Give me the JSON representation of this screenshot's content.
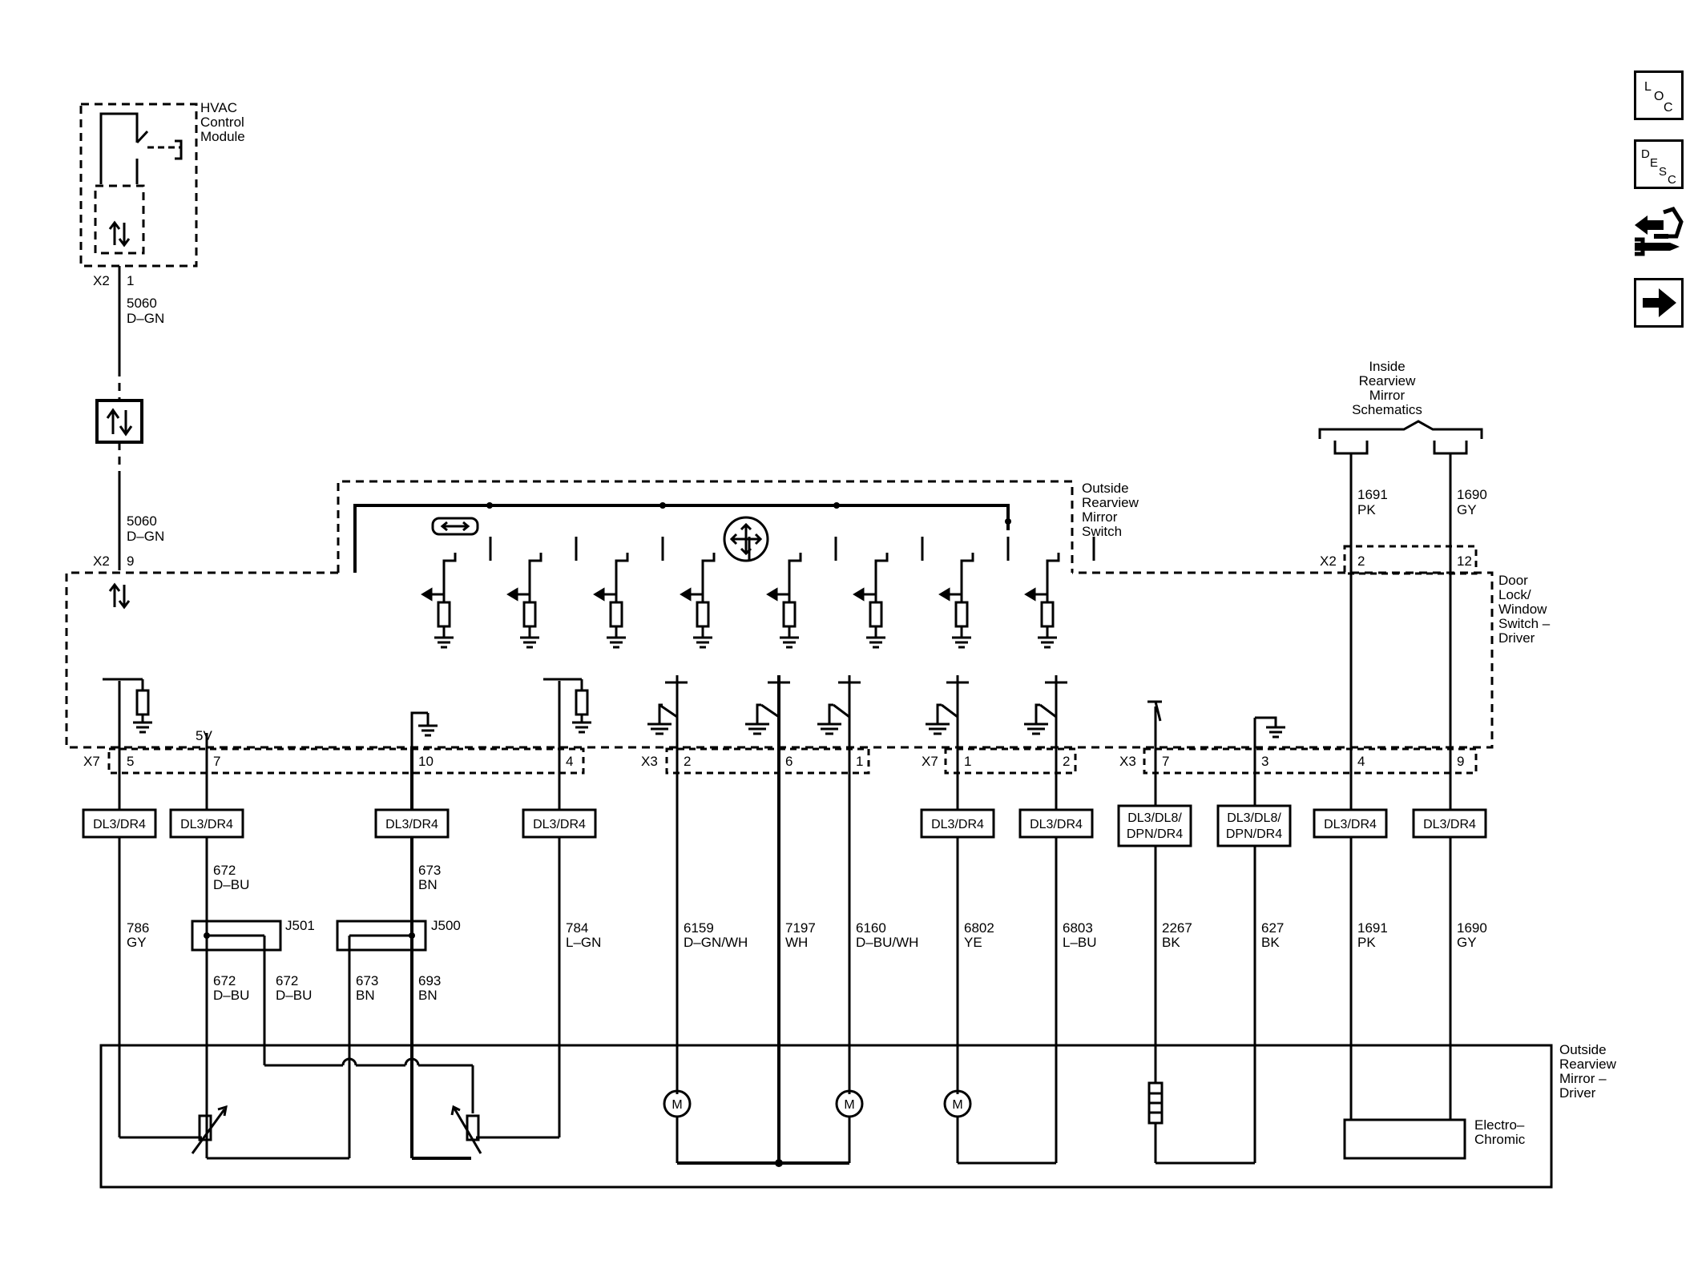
{
  "side_buttons": [
    {
      "name": "loc-button",
      "icon": "loc-icon",
      "label": [
        "L",
        "O",
        "C"
      ]
    },
    {
      "name": "desc-button",
      "icon": "desc-icon",
      "label": [
        "D",
        "E",
        "S",
        "C"
      ]
    },
    {
      "name": "connector-end-view-button",
      "icon": "connector-icon"
    },
    {
      "name": "next-page-button",
      "icon": "arrow-right-icon"
    }
  ],
  "modules": {
    "hvac": [
      "HVAC",
      "Control",
      "Module"
    ],
    "mirror_switch": [
      "Outside",
      "Rearview",
      "Mirror",
      "Switch"
    ],
    "door_switch": [
      "Door",
      "Lock/",
      "Window",
      "Switch –",
      "Driver"
    ],
    "inside_mirror": [
      "Inside",
      "Rearview",
      "Mirror",
      "Schematics"
    ],
    "outside_mirror": [
      "Outside",
      "Rearview",
      "Mirror –",
      "Driver"
    ],
    "electrochromic": [
      "Electro–",
      "Chromic"
    ]
  },
  "connectors": {
    "hvac_x2": "X2",
    "hvac_pin": "1",
    "door_x2_left": "X2",
    "door_pin_9": "9",
    "door_x2_right": "X2",
    "door_pin_2": "2",
    "door_pin_12": "12",
    "x7a": "X7",
    "x3a": "X3",
    "x7b": "X7",
    "x3b": "X3",
    "bottom_pins": [
      "5",
      "7",
      "10",
      "4",
      "2",
      "6",
      "1",
      "1",
      "2",
      "7",
      "3",
      "4",
      "9"
    ],
    "five_v": "5V"
  },
  "wires": {
    "w5060a": [
      "5060",
      "D–GN"
    ],
    "w5060b": [
      "5060",
      "D–GN"
    ],
    "w1691a": [
      "1691",
      "PK"
    ],
    "w1690a": [
      "1690",
      "GY"
    ],
    "w672a": [
      "672",
      "D–BU"
    ],
    "w673a": [
      "673",
      "BN"
    ],
    "w786": [
      "786",
      "GY"
    ],
    "w784": [
      "784",
      "L–GN"
    ],
    "w6159": [
      "6159",
      "D–GN/WH"
    ],
    "w7197": [
      "7197",
      "WH"
    ],
    "w6160": [
      "6160",
      "D–BU/WH"
    ],
    "w6802": [
      "6802",
      "YE"
    ],
    "w6803": [
      "6803",
      "L–BU"
    ],
    "w2267": [
      "2267",
      "BK"
    ],
    "w627": [
      "627",
      "BK"
    ],
    "w1691b": [
      "1691",
      "PK"
    ],
    "w1690b": [
      "1690",
      "GY"
    ],
    "w672b": [
      "672",
      "D–BU"
    ],
    "w672c": [
      "672",
      "D–BU"
    ],
    "w673b": [
      "673",
      "BN"
    ],
    "w693": [
      "693",
      "BN"
    ]
  },
  "splices": {
    "j501": "J501",
    "j500": "J500"
  },
  "options": {
    "o1": [
      "DL3/DR4"
    ],
    "o2": [
      "DL3/DR4"
    ],
    "o3": [
      "DL3/DR4"
    ],
    "o4": [
      "DL3/DR4"
    ],
    "o5": [
      "DL3/DR4"
    ],
    "o6": [
      "DL3/DR4"
    ],
    "o7": [
      "DL3/DL8/",
      "DPN/DR4"
    ],
    "o8": [
      "DL3/DL8/",
      "DPN/DR4"
    ],
    "o9": [
      "DL3/DR4"
    ],
    "o10": [
      "DL3/DR4"
    ]
  },
  "motor_label": "M"
}
